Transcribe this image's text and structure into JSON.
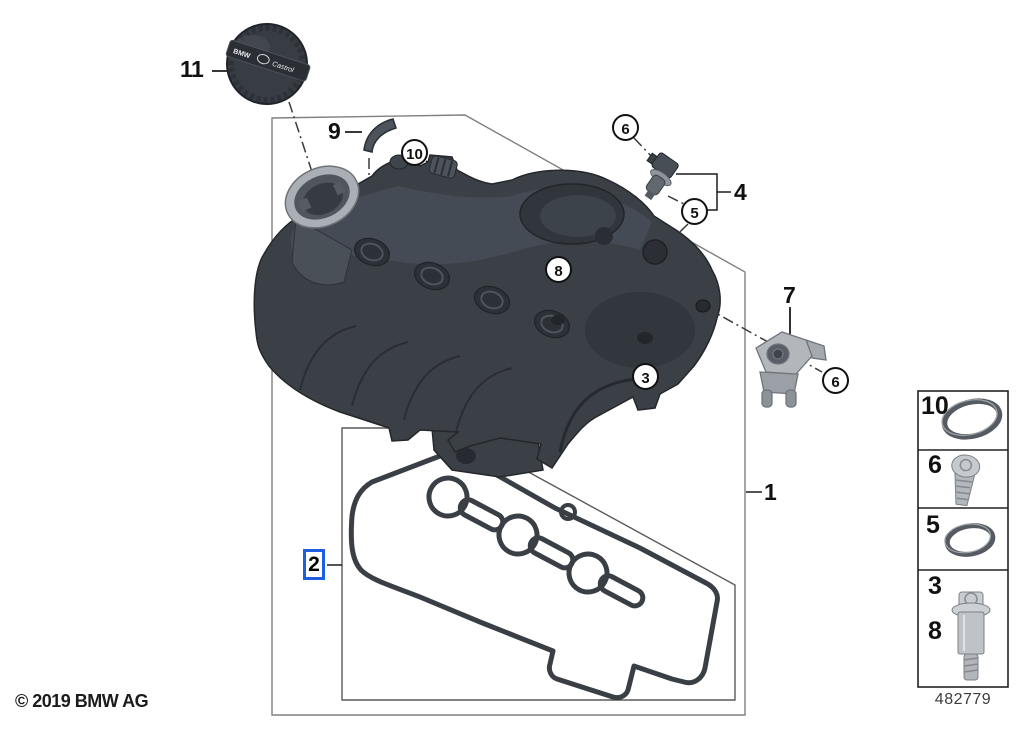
{
  "copyright": "© 2019 BMW AG",
  "doc_number": "482779",
  "cap_markings": {
    "left": "BMW",
    "right": "Castrol"
  },
  "callouts": {
    "n1": "1",
    "n2": "2",
    "n3": "3",
    "n4": "4",
    "n5": "5",
    "n6": "6",
    "n7": "7",
    "n8": "8",
    "n9": "9",
    "n10": "10",
    "n11": "11"
  },
  "legend": {
    "rows": [
      {
        "labels": [
          "10"
        ],
        "part": "o-ring-large"
      },
      {
        "labels": [
          "6"
        ],
        "part": "torx-screw"
      },
      {
        "labels": [
          "5"
        ],
        "part": "o-ring-small"
      },
      {
        "labels": [
          "3",
          "8"
        ],
        "part": "flanged-bolt"
      }
    ]
  },
  "colors": {
    "highlight": "#1d5fe0",
    "cover": "#3b4047",
    "metal": "#b3b7bc"
  }
}
